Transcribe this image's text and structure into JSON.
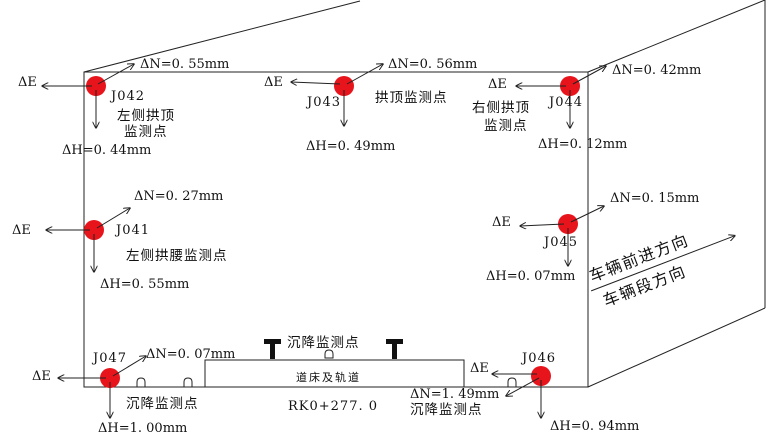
{
  "colors": {
    "line": "#222222",
    "point": "#e8141b"
  },
  "icons": {
    "marker": "red-dot",
    "screw": "settlement-bolt",
    "rail": "rail-T"
  },
  "points": {
    "j042": {
      "id": "J042",
      "name_line1": "左侧拱顶",
      "name_line2": "监测点",
      "dE": "ΔE",
      "dN": "ΔN=0. 55mm",
      "dH": "ΔH=0. 44mm"
    },
    "j043": {
      "id": "J043",
      "name": "拱顶监测点",
      "dE": "ΔE",
      "dN": "ΔN=0. 56mm",
      "dH": "ΔH=0. 49mm"
    },
    "j044": {
      "id": "J044",
      "name_line1": "右侧拱顶",
      "name_line2": "监测点",
      "dE": "ΔE",
      "dN": "ΔN=0. 42mm",
      "dH": "ΔH=0. 12mm"
    },
    "j041": {
      "id": "J041",
      "name": "左侧拱腰监测点",
      "dE": "ΔE",
      "dN": "ΔN=0. 27mm",
      "dH": "ΔH=0. 55mm"
    },
    "j045": {
      "id": "J045",
      "dE": "ΔE",
      "dN": "ΔN=0. 15mm",
      "dH": "ΔH=0. 07mm"
    },
    "j047": {
      "id": "J047",
      "dE": "ΔE",
      "dN": "ΔN=0. 07mm",
      "dH": "ΔH=1. 00mm"
    },
    "j046": {
      "id": "J046",
      "dE": "ΔE",
      "dN": "ΔN=1. 49mm",
      "dH": "ΔH=0. 94mm"
    }
  },
  "settlement": {
    "top_label": "沉降监测点",
    "left_label": "沉降监测点",
    "right_label": "沉降监测点"
  },
  "track_bed": "道床及轨道",
  "station": "RK0+277. 0",
  "direction": {
    "forward": "车辆前进方向",
    "section": "车辆段方向"
  }
}
